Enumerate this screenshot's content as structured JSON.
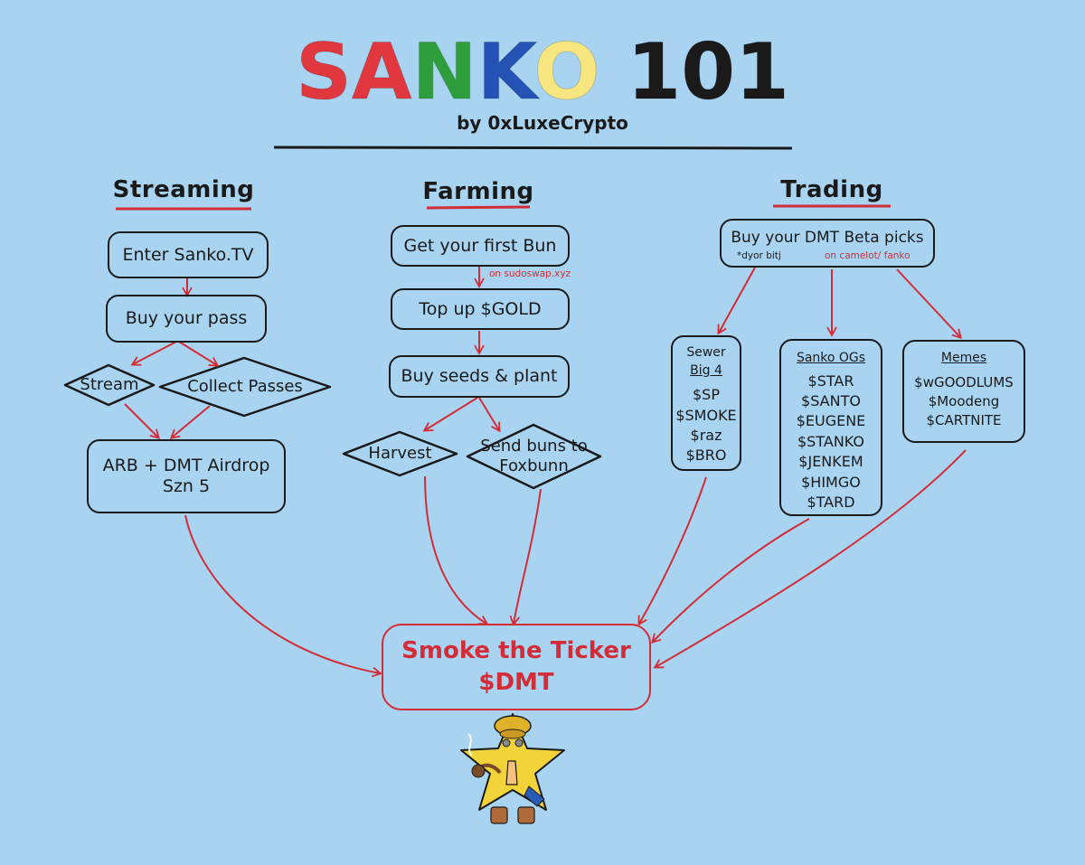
{
  "header": {
    "title_letters": [
      {
        "ch": "S",
        "color": "#e0383e"
      },
      {
        "ch": "A",
        "color": "#e0383e"
      },
      {
        "ch": "N",
        "color": "#2e9e3c"
      },
      {
        "ch": "K",
        "color": "#2553b5"
      },
      {
        "ch": "O",
        "color": "#f7e680"
      }
    ],
    "title_rest": "101",
    "subtitle": "by 0xLuxeCrypto"
  },
  "columns": {
    "streaming": {
      "title": "Streaming",
      "enter": "Enter Sanko.TV",
      "pass": "Buy your pass",
      "stream": "Stream",
      "collect": "Collect Passes",
      "airdrop_line1": "ARB + DMT Airdrop",
      "airdrop_line2": "Szn 5"
    },
    "farming": {
      "title": "Farming",
      "bun": "Get your first Bun",
      "bun_note": "on sudoswap.xyz",
      "gold": "Top up $GOLD",
      "seeds": "Buy seeds & plant",
      "harvest": "Harvest",
      "send_line1": "Send buns to",
      "send_line2": "Foxbunn"
    },
    "trading": {
      "title": "Trading",
      "beta": "Buy your DMT Beta picks",
      "dyor": "*dyor bitj",
      "camelot": "on camelot/ fanko",
      "sewer_title_1": "Sewer",
      "sewer_title_2": "Big 4",
      "sewer_items": [
        "$SP",
        "$SMOKE",
        "$raz",
        "$BRO"
      ],
      "ogs_title": "Sanko OGs",
      "ogs_items": [
        "$STAR",
        "$SANTO",
        "$EUGENE",
        "$STANKO",
        "$JENKEM",
        "$HIMGO",
        "$TARD"
      ],
      "memes_title": "Memes",
      "memes_items": [
        "$wGOODLUMS",
        "$Moodeng",
        "$CARTNITE"
      ]
    }
  },
  "final": {
    "line1": "Smoke the Ticker",
    "line2": "$DMT"
  },
  "colors": {
    "background": "#a8d4f2",
    "ink": "#1a1a1a",
    "arrow": "#d42c36",
    "mascot_body": "#f2d43a"
  },
  "icons": [
    "mascot-star-icon"
  ]
}
